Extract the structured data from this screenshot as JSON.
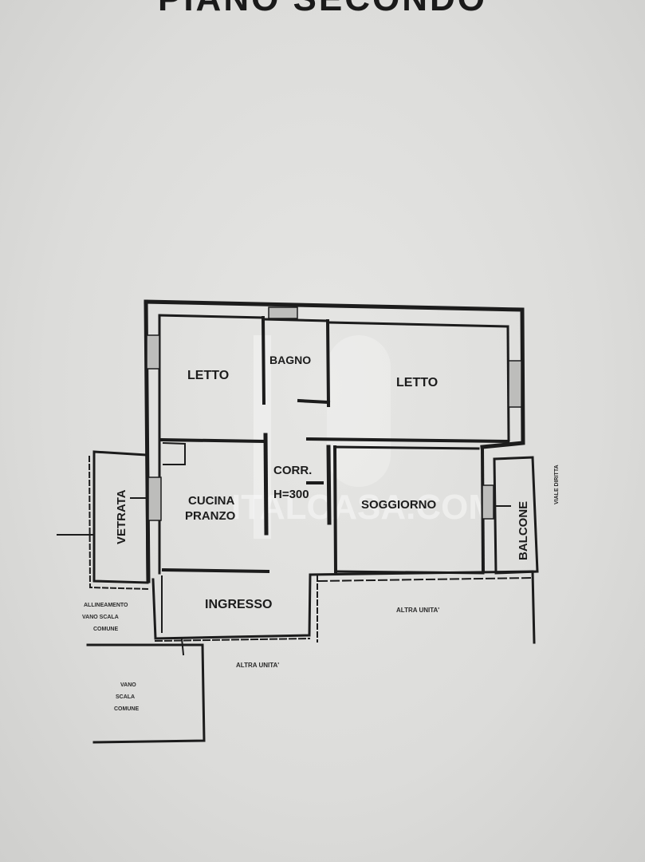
{
  "page_title": "PIANO SECONDO",
  "rooms": {
    "letto_1": "LETTO",
    "bagno": "BAGNO",
    "letto_2": "LETTO",
    "corr_line1": "CORR.",
    "corr_line2": "H=300",
    "cucina_line1": "CUCINA",
    "cucina_line2": "PRANZO",
    "soggiorno": "SOGGIORNO",
    "vetrata": "VETRATA",
    "balcone": "BALCONE",
    "ingresso": "INGRESSO"
  },
  "notes": {
    "altra_unita_right": "ALTRA UNITA'",
    "altra_unita_bottom": "ALTRA UNITA'",
    "vano_scala_1": "ALLINEAMENTO",
    "vano_scala_2": "VANO SCALA",
    "vano_scala_3": "COMUNE",
    "vano_scala_b1": "VANO",
    "vano_scala_b2": "SCALA",
    "vano_scala_b3": "COMUNE",
    "side_note": "VIALE DIRITTA"
  },
  "watermark": "ITALCASA.COM",
  "colors": {
    "wall": "#1c1c1c",
    "paper": "#dcdcda"
  }
}
